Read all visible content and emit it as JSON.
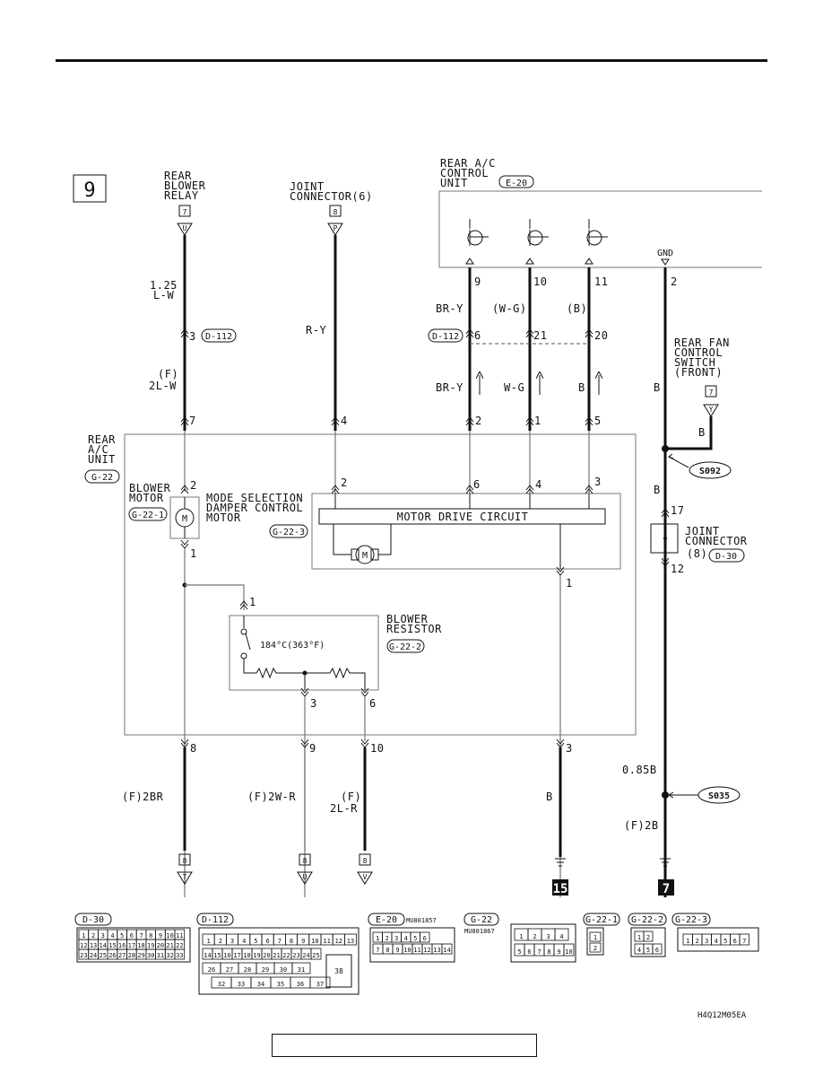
{
  "page": {
    "figure_code": "H4Q12M05EA",
    "diagram_number": "9"
  },
  "top_labels": {
    "rear_blower_relay": [
      "REAR",
      "BLOWER",
      "RELAY"
    ],
    "joint_connector_6": [
      "JOINT",
      "CONNECTOR(6)"
    ],
    "rear_ac_control_unit": [
      "REAR A/C",
      "CONTROL",
      "UNIT"
    ],
    "rear_ac_control_unit_ref": "E-20",
    "gnd": "GND",
    "rear_fan_switch": [
      "REAR FAN",
      "CONTROL",
      "SWITCH",
      "(FRONT)"
    ],
    "rear_ac_unit": [
      "REAR",
      "A/C",
      "UNIT"
    ],
    "rear_ac_unit_ref": "G-22",
    "blower_motor": [
      "BLOWER",
      "MOTOR"
    ],
    "blower_motor_ref": "G-22-1",
    "mode_motor": [
      "MODE SELECTION",
      "DAMPER CONTROL",
      "MOTOR"
    ],
    "mode_motor_ref": "G-22-3",
    "motor_drive_circuit": "MOTOR DRIVE CIRCUIT",
    "blower_resistor": [
      "BLOWER",
      "RESISTOR"
    ],
    "blower_resistor_ref": "G-22-2",
    "resistor_temp": "184°C(363°F)",
    "joint_connector_8": [
      "JOINT",
      "CONNECTOR",
      "(8)"
    ],
    "joint_connector_8_ref": "D-30"
  },
  "connector_boxes": {
    "relay": "7",
    "joint6": "8",
    "fanswitch": "7",
    "bottom1": "8",
    "bottom2": "8",
    "bottom3": "8"
  },
  "connector_tri": {
    "relay": "U",
    "joint6": "P",
    "fanswitch": "Y",
    "bottom1": "T",
    "bottom2": "U",
    "bottom3": "V"
  },
  "wire_labels": {
    "w1_gauge": "1.25",
    "w1_color": "L-W",
    "w1_pin_d112": "3",
    "d112_ref": "D-112",
    "w1_f_label": "(F)",
    "w1_f_color": "2L-W",
    "w1_unit_pin": "7",
    "w1_motor_pin": "2",
    "w1_motor_pin_out": "1",
    "w2_color": "R-Y",
    "w2_unit_pin": "4",
    "w2_motor_pin": "2",
    "ecu_pin_a": "9",
    "ecu_pin_b": "10",
    "ecu_pin_c": "11",
    "ecu_pin_gnd": "2",
    "color_a_top": "BR-Y",
    "color_b_top": "(W-G)",
    "color_c_top": "(B)",
    "d112_pin_a": "6",
    "d112_pin_b": "21",
    "d112_pin_c": "20",
    "color_a_bot": "BR-Y",
    "color_b_bot": "W-G",
    "color_c_bot": "B",
    "color_gnd": "B",
    "unit_pin_a": "2",
    "unit_pin_b": "1",
    "unit_pin_c": "5",
    "mdc_pin_a": "6",
    "mdc_pin_b": "4",
    "mdc_pin_c": "3",
    "mdc_pin_out": "1",
    "fan_sw_color": "B",
    "splice_s092": "S092",
    "splice_s035": "S035",
    "jc_color_in": "B",
    "jc_pin_in": "17",
    "jc_pin_out": "12",
    "res_pin_in": "1",
    "res_pin_3": "3",
    "res_pin_6": "6",
    "out_pin_8": "8",
    "out_pin_9": "9",
    "out_pin_10": "10",
    "out_pin_3": "3",
    "out_color_1": "(F)2BR",
    "out_color_2": "(F)2W-R",
    "out_color_3a": "(F)",
    "out_color_3b": "2L-R",
    "out_color_4": "B",
    "gnd_gauge": "0.85B",
    "gnd_color": "(F)2B",
    "ground_a": "15",
    "ground_b": "7"
  },
  "connector_views": {
    "d30": {
      "ref": "D-30",
      "rows": [
        [
          "1",
          "2",
          "3",
          "4",
          "5",
          "6",
          "7",
          "8",
          "9",
          "10",
          "11"
        ],
        [
          "12",
          "13",
          "14",
          "15",
          "16",
          "17",
          "18",
          "19",
          "20",
          "21",
          "22"
        ],
        [
          "23",
          "24",
          "25",
          "26",
          "27",
          "28",
          "29",
          "30",
          "31",
          "32",
          "33"
        ]
      ]
    },
    "d112": {
      "ref": "D-112",
      "row1": [
        "1",
        "2",
        "3",
        "4",
        "5",
        "6",
        "7",
        "8",
        "9",
        "10",
        "11",
        "12",
        "13"
      ],
      "row2": [
        "14",
        "15",
        "16",
        "17",
        "18",
        "19",
        "20",
        "21",
        "22",
        "23",
        "24",
        "25"
      ],
      "row3": [
        "26",
        "27",
        "28",
        "29",
        "30",
        "31"
      ],
      "row4": [
        "32",
        "33",
        "34",
        "35",
        "36",
        "37"
      ],
      "big": "38"
    },
    "e20": {
      "ref": "E-20",
      "part": "MU801857",
      "row1": [
        "1",
        "2",
        "3",
        "4",
        "5",
        "6"
      ],
      "row2": [
        "7",
        "8",
        "9",
        "10",
        "11",
        "12",
        "13",
        "14"
      ]
    },
    "g22": {
      "ref": "G-22",
      "part": "MU801867",
      "row1": [
        "1",
        "2",
        "3",
        "4"
      ],
      "row2": [
        "5",
        "6",
        "7",
        "8",
        "9",
        "10"
      ]
    },
    "g221": {
      "ref": "G-22-1",
      "pins": [
        "1",
        "2"
      ]
    },
    "g222": {
      "ref": "G-22-2",
      "pins": [
        "1",
        "2",
        "4",
        "5",
        "6"
      ]
    },
    "g223": {
      "ref": "G-22-3",
      "pins": [
        "1",
        "2",
        "3",
        "4",
        "5",
        "6",
        "7"
      ]
    }
  }
}
